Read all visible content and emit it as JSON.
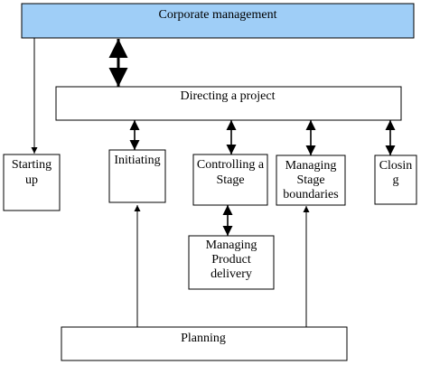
{
  "diagram": {
    "nodes": {
      "corporate": {
        "label": "Corporate management"
      },
      "directing": {
        "label": "Directing a project"
      },
      "starting": {
        "line1": "Starting",
        "line2": "up"
      },
      "initiating": {
        "label": "Initiating"
      },
      "controlling": {
        "line1": "Controlling a",
        "line2": "Stage"
      },
      "managing_stage": {
        "line1": "Managing",
        "line2": "Stage",
        "line3": "boundaries"
      },
      "closing": {
        "line1": "Closin",
        "line2": "g"
      },
      "product": {
        "line1": "Managing",
        "line2": "Product",
        "line3": "delivery"
      },
      "planning": {
        "label": "Planning"
      }
    },
    "colors": {
      "corporate_fill": "#9fcef7",
      "box_fill": "#ffffff",
      "stroke": "#000000"
    }
  }
}
